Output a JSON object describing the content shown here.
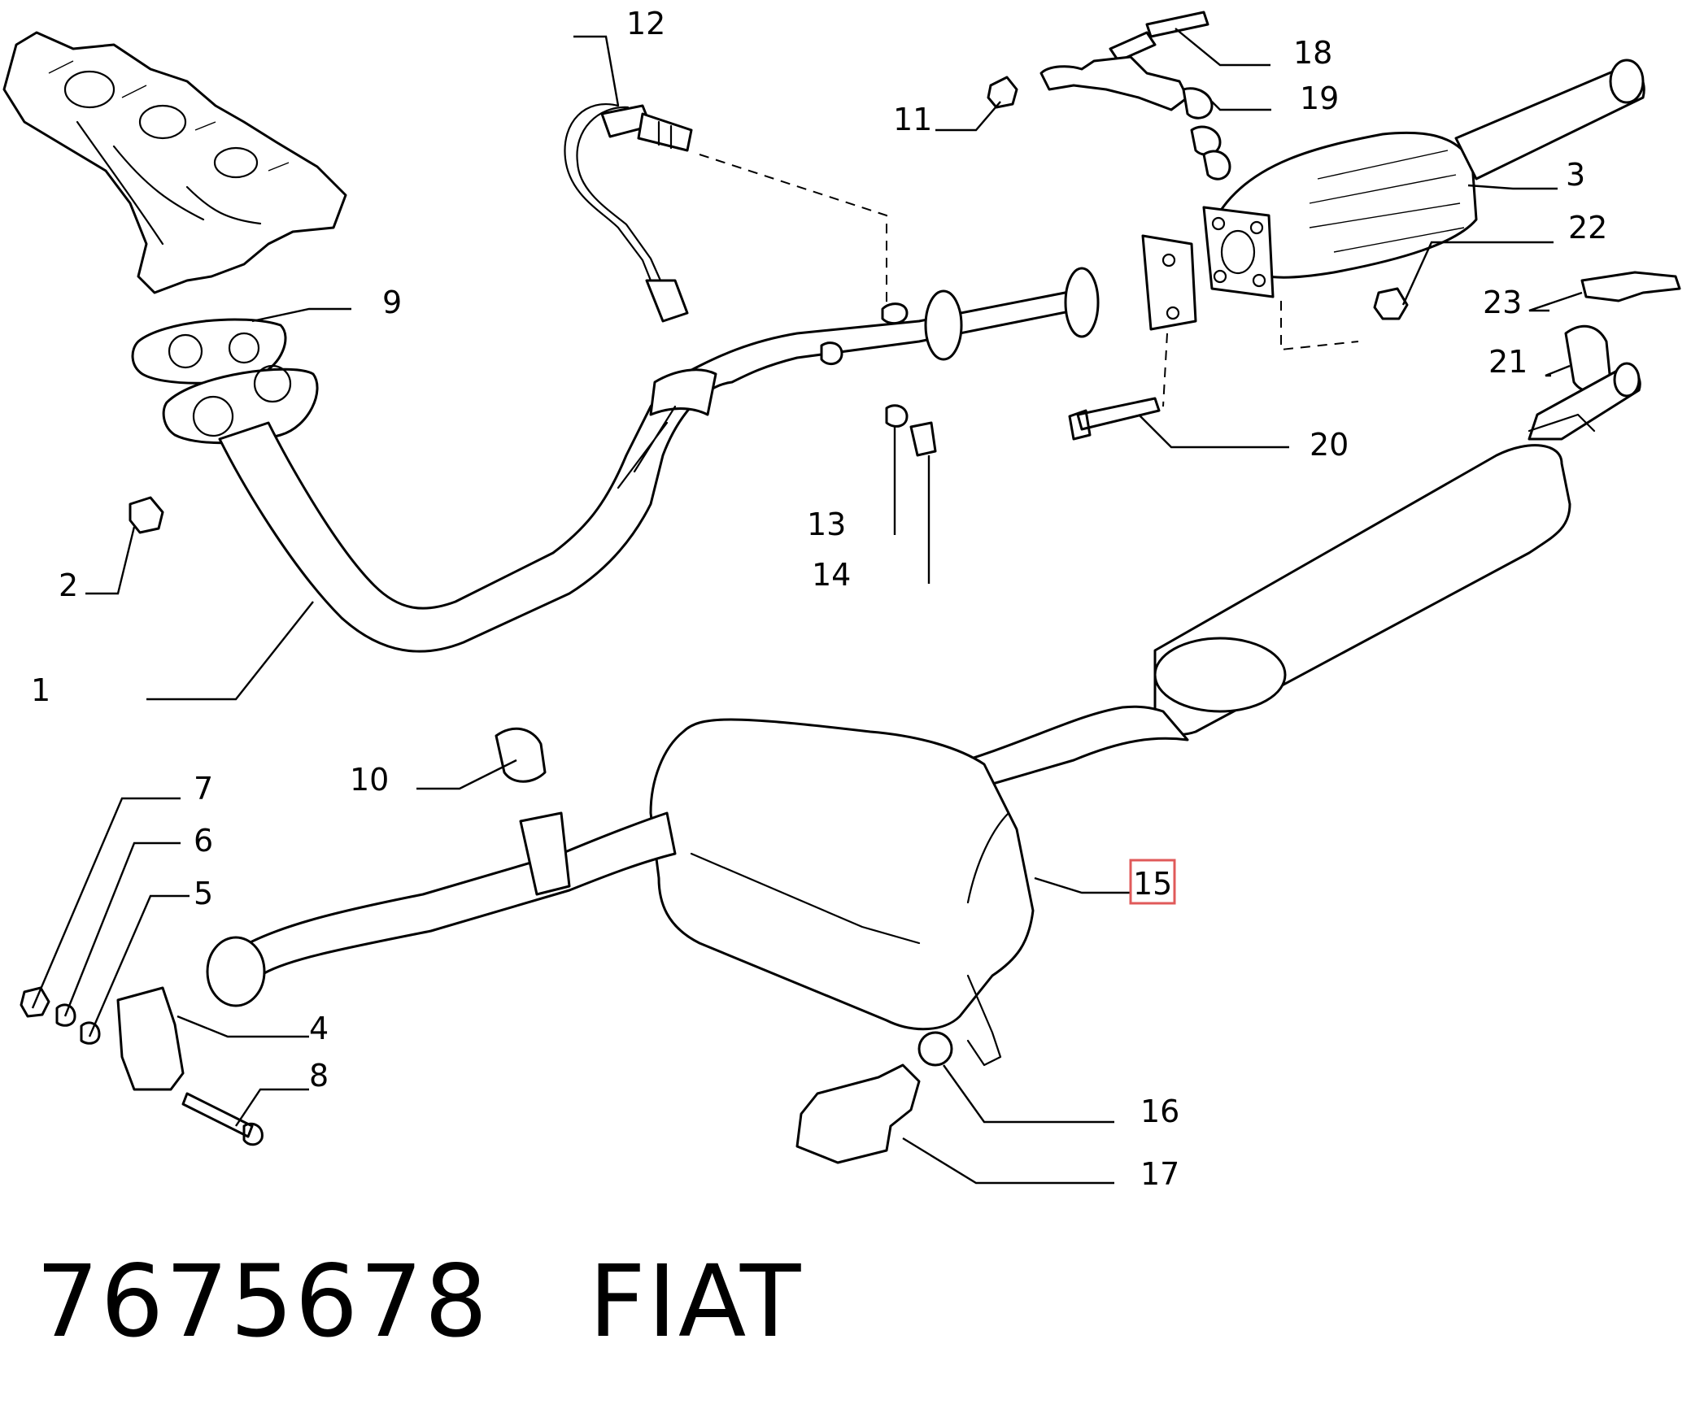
{
  "diagram": {
    "callouts": [
      "1",
      "2",
      "3",
      "4",
      "5",
      "6",
      "7",
      "8",
      "9",
      "10",
      "11",
      "12",
      "13",
      "14",
      "15",
      "16",
      "17",
      "18",
      "19",
      "20",
      "21",
      "22",
      "23"
    ],
    "highlighted_callout": "15",
    "highlight_color": "#e05a5a"
  },
  "caption": "7675678   FIAT"
}
